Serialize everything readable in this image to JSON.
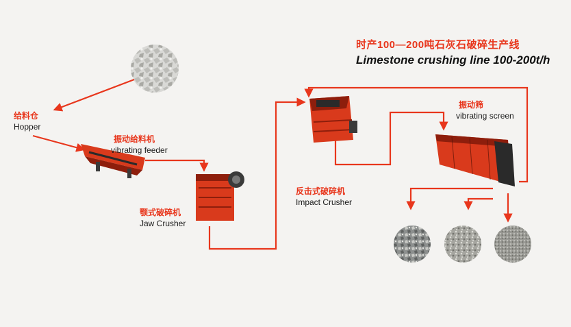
{
  "title": {
    "cn": "时产100—200吨石灰石破碎生产线",
    "en": "Limestone crushing line 100-200t/h"
  },
  "stages": {
    "hopper": {
      "cn": "给料仓",
      "en": "Hopper"
    },
    "feeder": {
      "cn": "振动给料机",
      "en": "vibrating feeder"
    },
    "jaw": {
      "cn": "颚式破碎机",
      "en": "Jaw Crusher"
    },
    "impact": {
      "cn": "反击式破碎机",
      "en": "Impact Crusher"
    },
    "screen": {
      "cn": "振动筛",
      "en": "vibrating screen"
    }
  },
  "colors": {
    "arrow": "#e8361c",
    "machine": "#d93a1c",
    "machine_dark": "#8e1e0c",
    "stone": "#b8b8b4"
  },
  "products": [
    "coarse-aggregate",
    "medium-aggregate",
    "fine-aggregate"
  ]
}
